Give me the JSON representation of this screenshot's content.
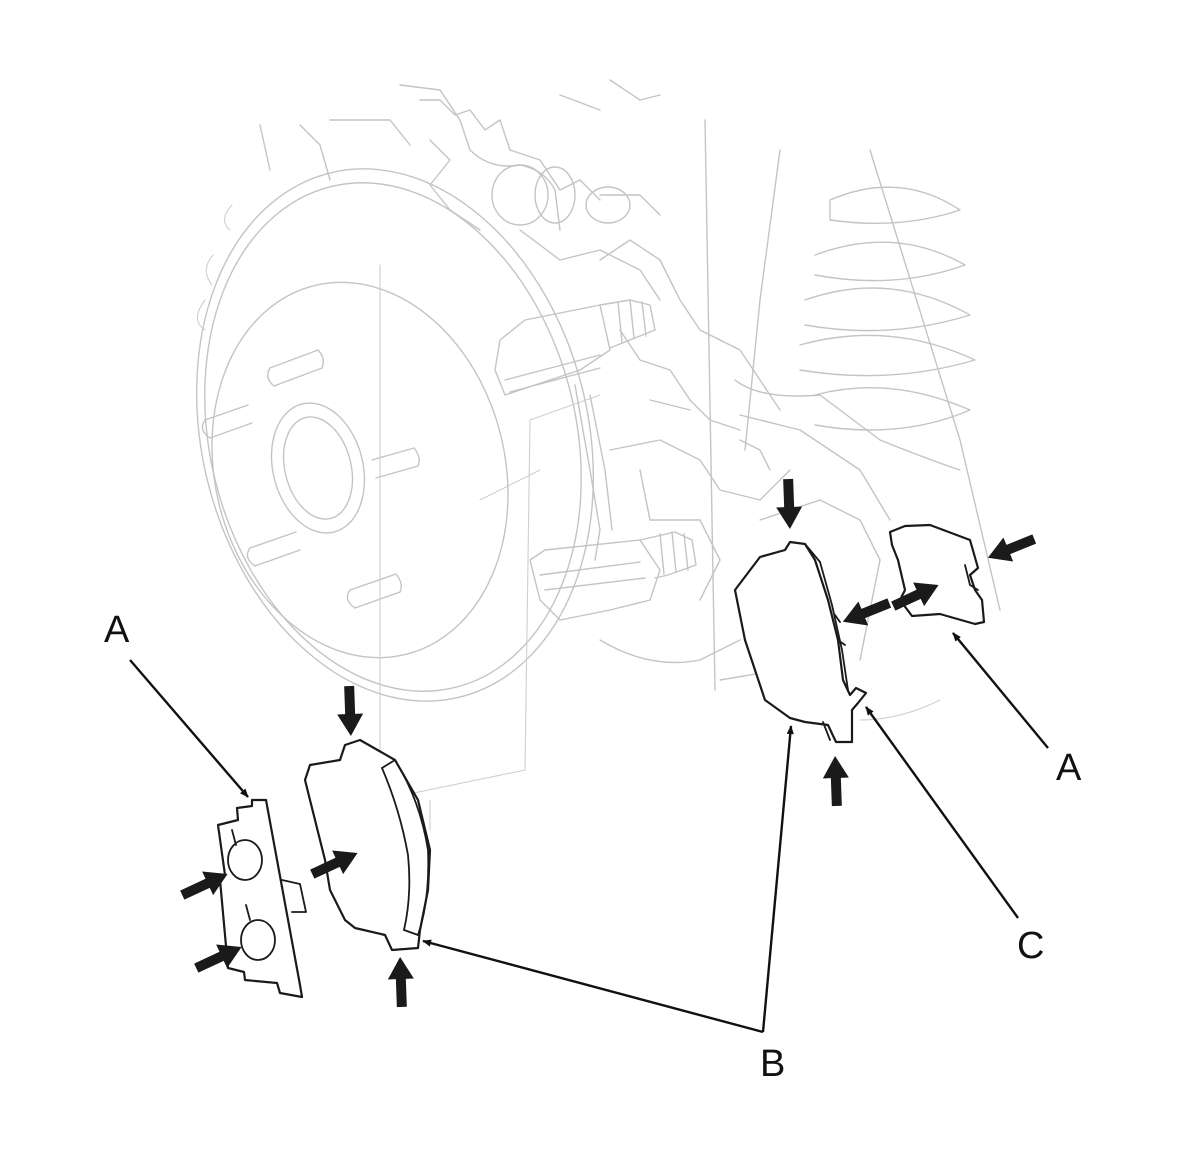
{
  "labels": {
    "left_A": "A",
    "right_A": "A",
    "B": "B",
    "C": "C"
  },
  "icons": {
    "push_arrow": "solid-arrow-icon",
    "leader_arrow": "leader-arrow-icon"
  },
  "colors": {
    "line": "#1a1a1a",
    "ghost": "#c4c4c4",
    "background": "#ffffff"
  }
}
